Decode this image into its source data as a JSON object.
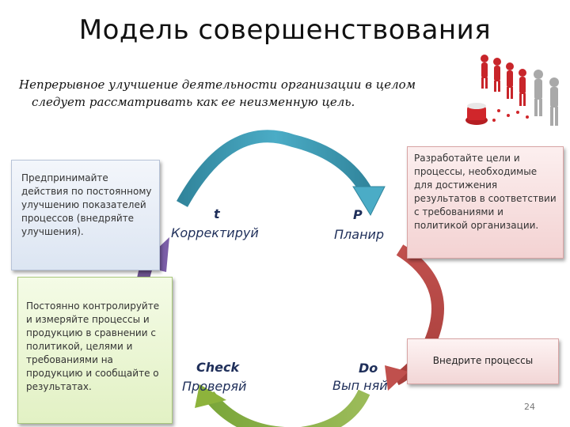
{
  "title": "Модель совершенствования",
  "subtitle": {
    "line1": "Непрерывное улучшение деятельности организации в целом",
    "line2": "следует рассматривать как ее неизменную цель."
  },
  "cycle": {
    "plan": {
      "tag": "P",
      "label": "Планир",
      "color": "#c0504d"
    },
    "do": {
      "tag": "Do",
      "label": "Вып   няй",
      "color": "#c0504d"
    },
    "check": {
      "tag": "Check",
      "label": "Проверяй",
      "color": "#8db33c"
    },
    "act": {
      "tag": "t",
      "label": "Корректируй",
      "color": "#7b5ea7"
    },
    "top_arrow_color": "#4bacc6"
  },
  "boxes": {
    "act": "Предпринимайте действия по постоянному улучшению показателей процессов (внедряйте улучшения).",
    "check": "Постоянно контролируйте и измеряйте процессы и продукцию в сравнении с политикой, целями и требованиями на продукцию и сообщайте о результатах.",
    "plan": "Разработайте цели и процессы, необходимые для достижения результатов в соответствии с требованиями и политикой организации.",
    "do": "Внедрите процессы"
  },
  "page_number": "24",
  "illustration": {
    "icon": "people-figures-icon",
    "accent": "#d0262b"
  }
}
